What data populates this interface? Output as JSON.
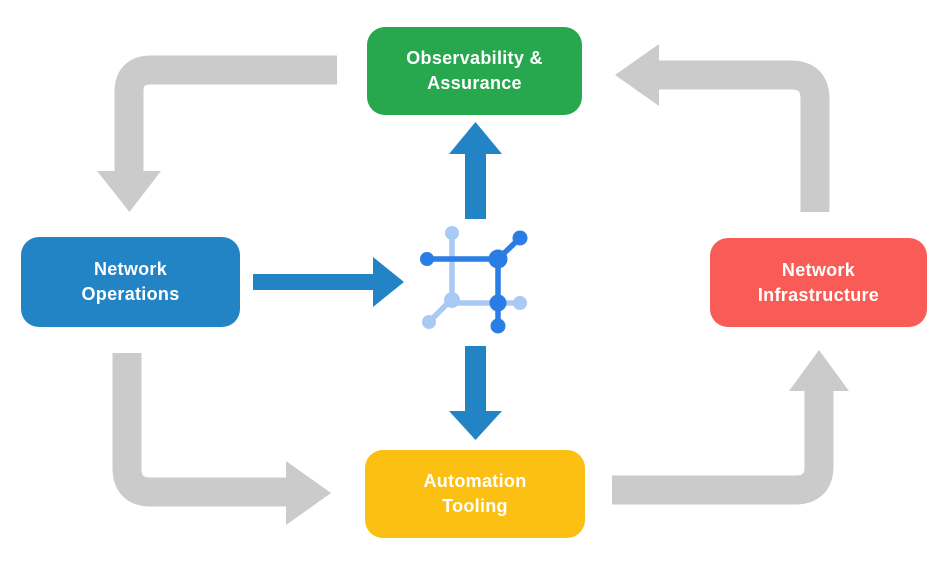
{
  "colors": {
    "background": "#ffffff",
    "cycle_arrow_gray": "#cbcbcb",
    "flow_arrow_blue": "#2283c5",
    "icon_blue": "#2a7de4",
    "icon_light_blue": "#a9caf4",
    "box_green": "#27a74e",
    "box_blue": "#2283c5",
    "box_red": "#f95b57",
    "box_yellow": "#fcc013",
    "label_text": "#ffffff"
  },
  "diagram": {
    "boxes": {
      "observability": {
        "label": "Observability &\nAssurance",
        "color": "#27a74e"
      },
      "operations": {
        "label": "Network\nOperations",
        "color": "#2283c5"
      },
      "infrastructure": {
        "label": "Network\nInfrastructure",
        "color": "#f95b57"
      },
      "automation": {
        "label": "Automation\nTooling",
        "color": "#fcc013"
      }
    },
    "center_icon": "network-automation-icon",
    "arrows": [
      {
        "from": "observability",
        "to": "operations",
        "style": "gray-cycle"
      },
      {
        "from": "operations",
        "to": "automation",
        "style": "gray-cycle"
      },
      {
        "from": "automation",
        "to": "infrastructure",
        "style": "gray-cycle"
      },
      {
        "from": "infrastructure",
        "to": "observability",
        "style": "gray-cycle"
      },
      {
        "from": "operations",
        "to": "center-icon",
        "style": "blue-flow"
      },
      {
        "from": "center-icon",
        "to": "observability",
        "style": "blue-flow"
      },
      {
        "from": "center-icon",
        "to": "automation",
        "style": "blue-flow"
      }
    ]
  }
}
